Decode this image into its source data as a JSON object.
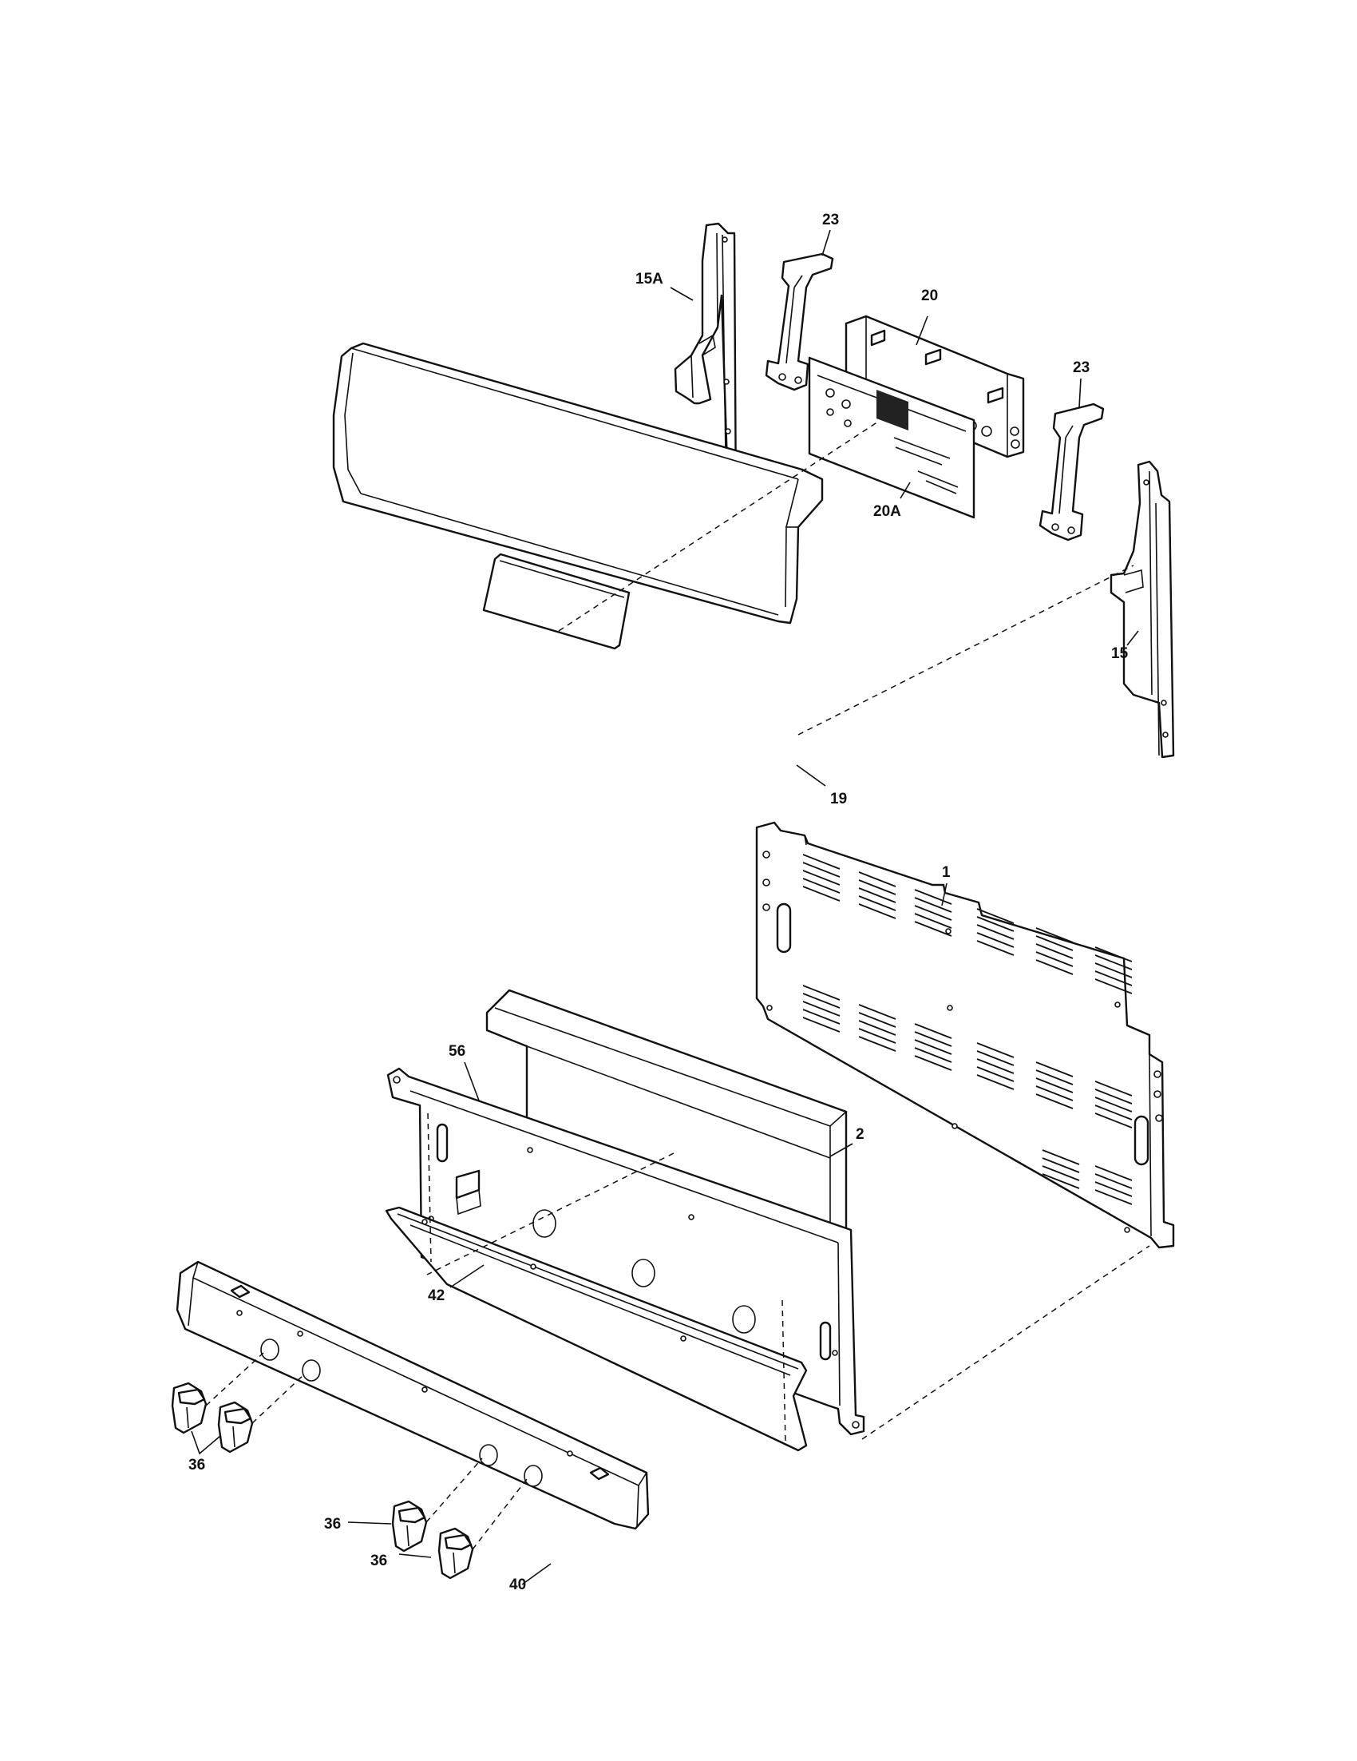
{
  "callouts": {
    "c_23a": "23",
    "c_15a": "15A",
    "c_20": "20",
    "c_23b": "23",
    "c_20a": "20A",
    "c_15": "15",
    "c_19": "19",
    "c_1": "1",
    "c_56": "56",
    "c_2": "2",
    "c_42": "42",
    "c_36a": "36",
    "c_36b": "36",
    "c_36c": "36",
    "c_40": "40"
  }
}
